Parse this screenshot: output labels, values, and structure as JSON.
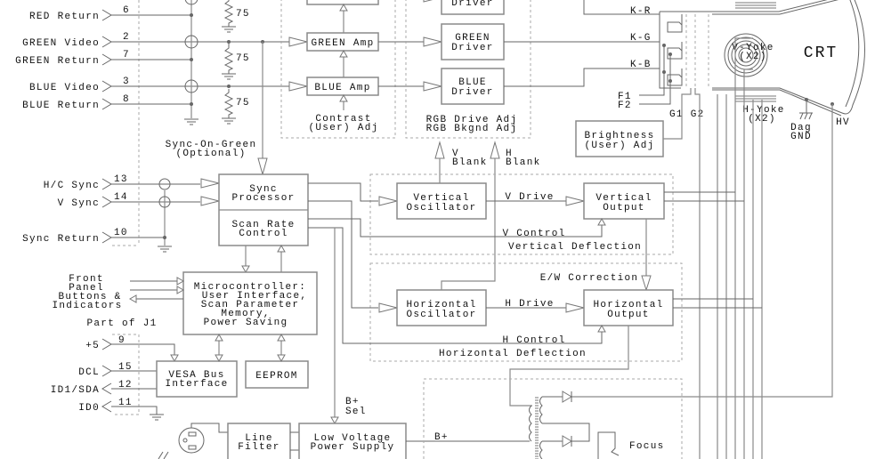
{
  "connector": {
    "part_label": "Part of J1",
    "pins": {
      "red_return": {
        "label": "RED Return",
        "pin": "6"
      },
      "green_video": {
        "label": "GREEN Video",
        "pin": "2"
      },
      "green_return": {
        "label": "GREEN Return",
        "pin": "7"
      },
      "blue_video": {
        "label": "BLUE Video",
        "pin": "3"
      },
      "blue_return": {
        "label": "BLUE Return",
        "pin": "8"
      },
      "hc_sync": {
        "label": "H/C Sync",
        "pin": "13"
      },
      "v_sync": {
        "label": "V Sync",
        "pin": "14"
      },
      "sync_return": {
        "label": "Sync Return",
        "pin": "10"
      },
      "plus5": {
        "label": "+5",
        "pin": "9"
      },
      "dcl": {
        "label": "DCL",
        "pin": "15"
      },
      "id1_sda": {
        "label": "ID1/SDA",
        "pin": "12"
      },
      "id0": {
        "label": "ID0",
        "pin": "11"
      }
    }
  },
  "termination_resistor": "75",
  "sync_on_green": [
    "Sync-On-Green",
    "(Optional)"
  ],
  "video_amps": {
    "green": "GREEN Amp",
    "blue": "BLUE Amp",
    "adjust": [
      "Contrast",
      "(User) Adj"
    ]
  },
  "drivers": {
    "red": "Driver",
    "green": [
      "GREEN",
      "Driver"
    ],
    "blue": [
      "BLUE",
      "Driver"
    ],
    "adjust": [
      "RGB Drive Adj",
      "RGB Bkgnd Adj"
    ]
  },
  "blanking": {
    "v": [
      "V",
      "Blank"
    ],
    "h": [
      "H",
      "Blank"
    ]
  },
  "crt": {
    "title": "CRT",
    "cathodes": [
      "K-R",
      "K-G",
      "K-B"
    ],
    "filaments": [
      "F1",
      "F2"
    ],
    "grids": "G1 G2",
    "v_yoke": [
      "V-Yoke",
      "(X2)"
    ],
    "h_yoke": [
      "H-Yoke",
      "(X2)"
    ],
    "dag": [
      "Dag",
      "GND"
    ],
    "hv": "HV"
  },
  "brightness": [
    "Brightness",
    "(User) Adj"
  ],
  "sync": {
    "processor": [
      "Sync",
      "Processor"
    ],
    "scan_rate": [
      "Scan Rate",
      "Control"
    ]
  },
  "vertical": {
    "oscillator": [
      "Vertical",
      "Oscillator"
    ],
    "output": [
      "Vertical",
      "Output"
    ],
    "drive": "V Drive",
    "control": "V Control",
    "section": "Vertical Deflection"
  },
  "horizontal": {
    "oscillator": [
      "Horizontal",
      "Oscillator"
    ],
    "output": [
      "Horizontal",
      "Output"
    ],
    "drive": "H Drive",
    "control": "H Control",
    "section": "Horizontal Deflection",
    "ew": "E/W Correction"
  },
  "microcontroller": [
    "Microcontroller:",
    "User Interface,",
    "Scan Parameter",
    "Memory,",
    "Power Saving"
  ],
  "front_panel": [
    "Front",
    "Panel",
    "Buttons &",
    "Indicators"
  ],
  "vesa": [
    "VESA Bus",
    "Interface"
  ],
  "eeprom": "EEPROM",
  "bplus_sel": [
    "B+",
    "Sel"
  ],
  "line_filter": [
    "Line",
    "Filter"
  ],
  "power_supply": [
    "Low Voltage",
    "Power Supply"
  ],
  "bplus": "B+",
  "focus": "Focus"
}
